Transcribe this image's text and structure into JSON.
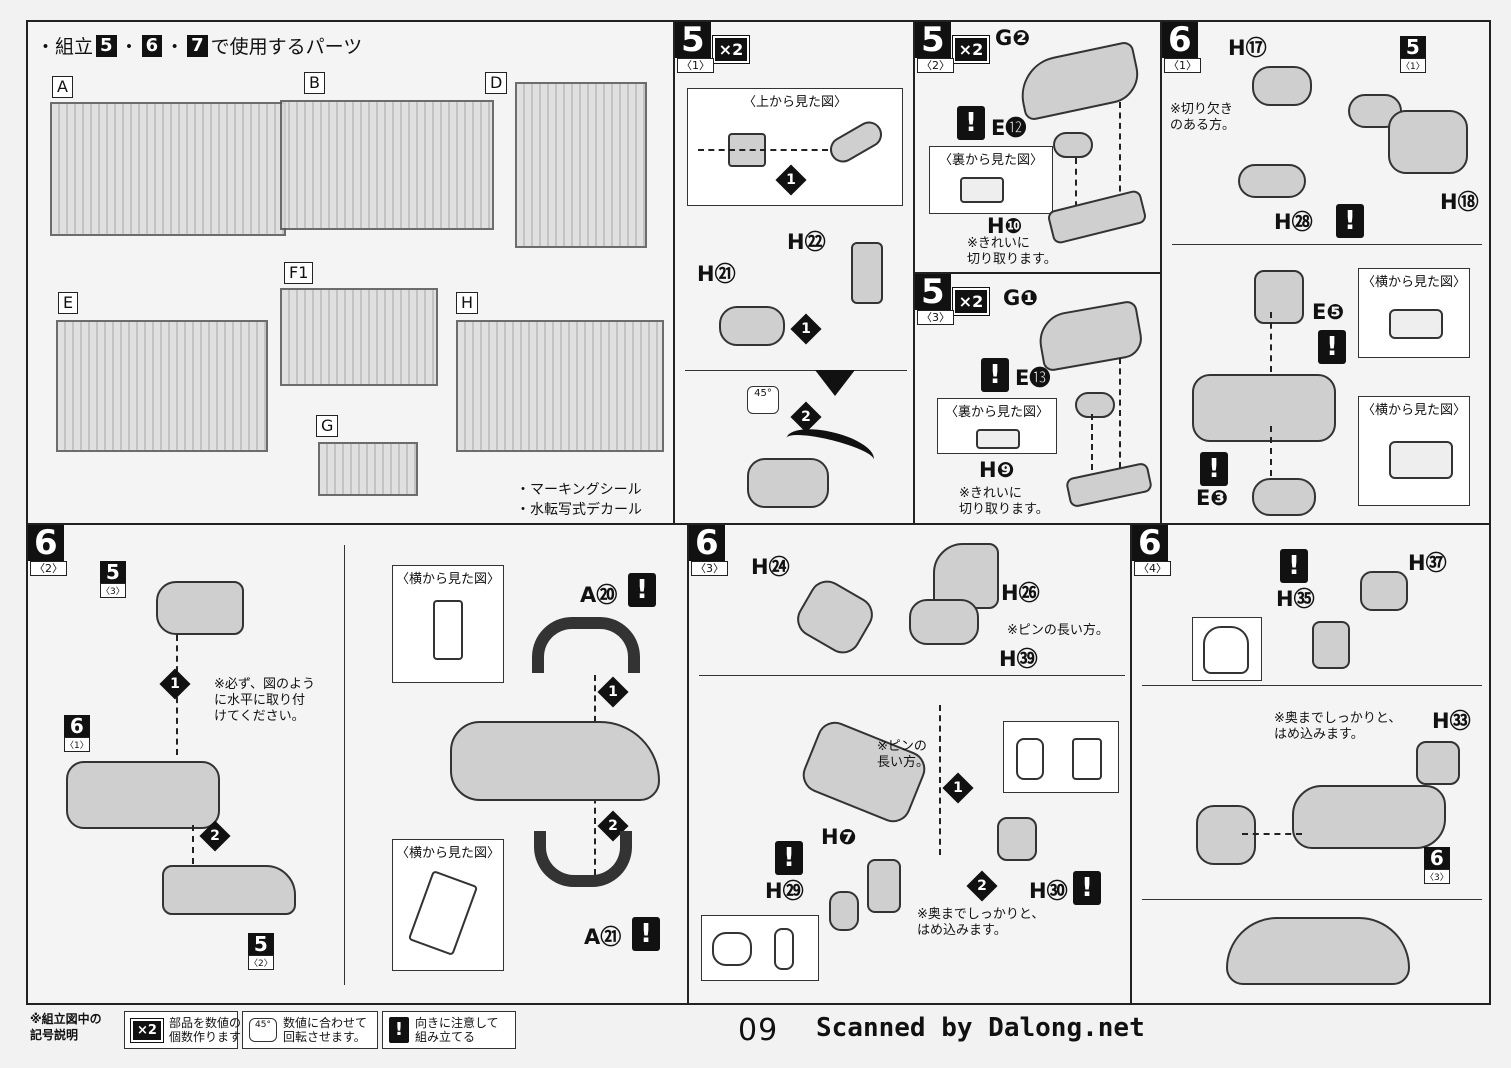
{
  "parts_list": {
    "title_prefix": "・組立",
    "steps": [
      "5",
      "6",
      "7"
    ],
    "sep": "・",
    "title_suffix": "で使用するパーツ",
    "runners": [
      "A",
      "B",
      "D",
      "E",
      "F1",
      "H",
      "G"
    ],
    "extras": [
      "・マーキングシール",
      "・水転写式デカール"
    ]
  },
  "step5_1": {
    "num": "5",
    "sub": "〈1〉",
    "mult": "×2",
    "view_title": "〈上から見た図〉",
    "labels": {
      "h22": "H㉒",
      "h21": "H㉑"
    },
    "angle": "45°"
  },
  "step5_2": {
    "num": "5",
    "sub": "〈2〉",
    "mult": "×2",
    "labels": {
      "g2": "G❷",
      "e12": "E⓬",
      "h10": "H❿"
    },
    "view_title": "〈裏から見た図〉",
    "note": "※きれいに\n切り取ります。"
  },
  "step5_3": {
    "num": "5",
    "sub": "〈3〉",
    "mult": "×2",
    "labels": {
      "g1": "G❶",
      "e13": "E⓭",
      "h9": "H❾"
    },
    "view_title": "〈裏から見た図〉",
    "note": "※きれいに\n切り取ります。"
  },
  "step6_1": {
    "num": "6",
    "sub": "〈1〉",
    "labels": {
      "h17": "H⑰",
      "h18": "H⑱",
      "h28": "H㉘",
      "e5": "E❺",
      "e3": "E❸"
    },
    "ref5": "5",
    "ref5_sub": "〈1〉",
    "note": "※切り欠き\nのある方。",
    "view_title_a": "〈横から見た図〉",
    "view_title_b": "〈横から見た図〉"
  },
  "step6_2": {
    "num": "6",
    "sub": "〈2〉",
    "ref_top": "5",
    "ref_top_sub": "〈3〉",
    "ref_mid": "6",
    "ref_mid_sub": "〈1〉",
    "ref_bot": "5",
    "ref_bot_sub": "〈2〉",
    "note": "※必ず、図のよう\nに水平に取り付\nけてください。",
    "labels": {
      "a20": "A⑳",
      "a21": "A㉑"
    },
    "view_title_a": "〈横から見た図〉",
    "view_title_b": "〈横から見た図〉"
  },
  "step6_3": {
    "num": "6",
    "sub": "〈3〉",
    "labels": {
      "h24": "H㉔",
      "h26": "H㉖",
      "h39": "H㊴",
      "h7": "H❼",
      "h29": "H㉙",
      "h30": "H㉚"
    },
    "note_pin": "※ピンの長い方。",
    "note_pin2": "※ピンの\n長い方。",
    "note_push": "※奥までしっかりと、\nはめ込みます。"
  },
  "step6_4": {
    "num": "6",
    "sub": "〈4〉",
    "labels": {
      "h37": "H㊲",
      "h35": "H㉟",
      "h33": "H㉝"
    },
    "note_push": "※奥までしっかりと、\nはめ込みます。",
    "ref": "6",
    "ref_sub": "〈3〉"
  },
  "legend": {
    "title": "※組立図中の\n記号説明",
    "mult_icon": "×2",
    "mult_text": "部品を数値の\n個数作ります",
    "rotate_icon": "45°",
    "rotate_text": "数値に合わせて\n回転させます。",
    "warn_icon": "!",
    "warn_text": "向きに注意して\n組み立てる",
    "page": "09",
    "scan": "Scanned by Dalong.net"
  },
  "arrow_nums": {
    "one": "1",
    "two": "2"
  },
  "warn_symbol": "!"
}
